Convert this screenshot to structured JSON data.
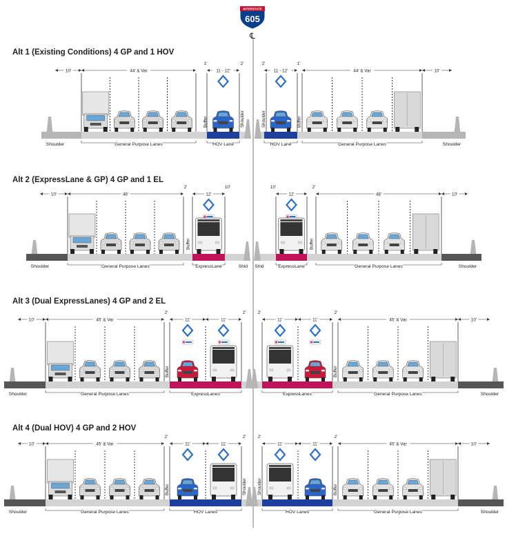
{
  "shield": {
    "top_text": "INTERSTATE",
    "number": "605",
    "centerline": "℄"
  },
  "alternatives": [
    {
      "title": "Alt 1 (Existing Conditions) 4 GP and 1 HOV",
      "left_dims": {
        "shoulder": "10'",
        "gp": "44' & Var",
        "buffer": "1'",
        "managed": "11 - 12'",
        "median": "2'"
      },
      "right_dims": {
        "median": "2'",
        "managed": "11 - 12'",
        "buffer": "1'",
        "gp": "44' & Var",
        "shoulder": "10'"
      },
      "labels": {
        "shoulder": "Shoulder",
        "gp": "General Purpose Lanes",
        "managed": "HOV Lane",
        "median_shoulder": "Shoulder",
        "buffer": "Buffer"
      }
    },
    {
      "title": "Alt 2 (ExpressLane & GP) 4 GP and 1 EL",
      "left_dims": {
        "shoulder": "10'",
        "gp": "48'",
        "buffer": "2'",
        "managed": "12'",
        "median": "10'"
      },
      "right_dims": {
        "median": "10'",
        "managed": "12'",
        "buffer": "2'",
        "gp": "48'",
        "shoulder": "10'"
      },
      "labels": {
        "shoulder": "Shoulder",
        "gp": "General Purpose Lanes",
        "managed": "ExpressLane",
        "median_shoulder": "Shld",
        "buffer": "Buffer"
      }
    },
    {
      "title": "Alt 3 (Dual ExpressLanes) 4 GP and 2 EL",
      "left_dims": {
        "shoulder": "10'",
        "gp": "45' & Var",
        "buffer": "2'",
        "managed1": "11'",
        "managed2": "11'",
        "median": "2'"
      },
      "right_dims": {
        "median": "2'",
        "managed1": "11'",
        "managed2": "11'",
        "buffer": "2'",
        "gp": "45' & Var",
        "shoulder": "10'"
      },
      "labels": {
        "shoulder": "Shoulder",
        "gp": "General Purpose Lanes",
        "managed": "ExpressLanes",
        "buffer": "Buffer"
      }
    },
    {
      "title": "Alt 4 (Dual HOV) 4 GP and 2 HOV",
      "left_dims": {
        "shoulder": "10'",
        "gp": "45' & Var",
        "buffer": "2'",
        "managed1": "11'",
        "managed2": "11'",
        "median": "2'"
      },
      "right_dims": {
        "median": "2'",
        "managed1": "11'",
        "managed2": "11'",
        "buffer": "2'",
        "gp": "45' & Var",
        "shoulder": "10'"
      },
      "labels": {
        "shoulder": "Shoulder",
        "gp": "General Purpose Lanes",
        "managed": "HOV Lanes",
        "median_shoulder": "Shoulder",
        "buffer": "Buffer"
      }
    }
  ],
  "colors": {
    "hov": "#1f3f9e",
    "express": "#c0135a",
    "pavement": "#d3d3d3",
    "barrier": "#b5b5b5",
    "shoulder_dark": "#555555",
    "lane_line": "#333333",
    "diamond": "#2a6fc9",
    "car_red": "#c81a3a"
  }
}
